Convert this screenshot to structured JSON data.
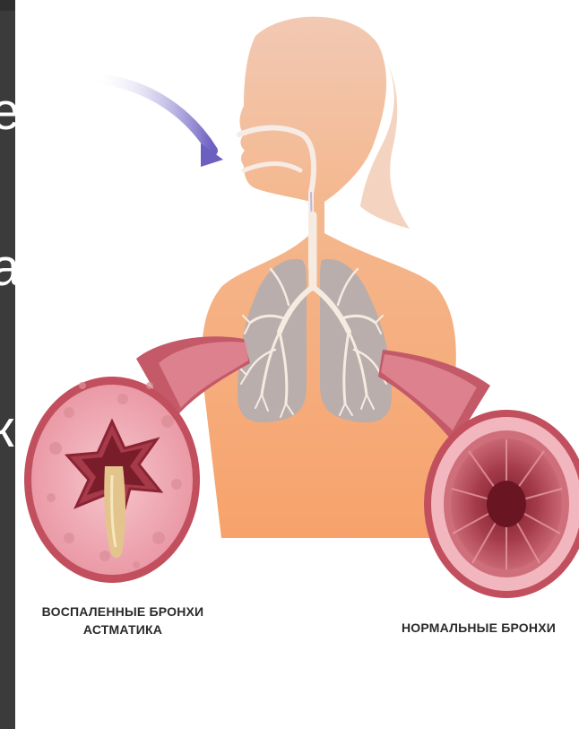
{
  "slide_text_fragments": [
    "е",
    "а",
    "ком"
  ],
  "captions": {
    "left": [
      "ВОСПАЛЕННЫЕ БРОНХИ",
      "АСТМАТИКА"
    ],
    "right": "НОРМАЛЬНЫЕ БРОНХИ"
  },
  "colors": {
    "slide_background": "#3b3b3b",
    "panel_background": "#ffffff",
    "skin": "#f5b889",
    "lungs": "#b5a8a4",
    "bronchi_tree": "#f3e6da",
    "airflow_arrow": "#7a6fc0",
    "bronchus_outer": "#f0b7bd",
    "bronchus_wall": "#b54c59",
    "inflamed_lumen": "#a63a4a",
    "mucus": "#e7c98f"
  },
  "icons": {
    "airflow": "arrow-icon"
  }
}
